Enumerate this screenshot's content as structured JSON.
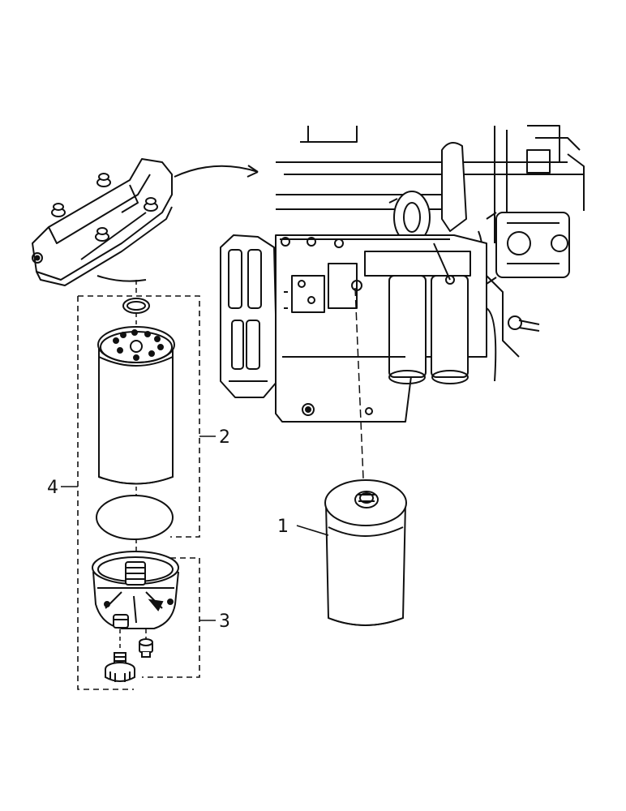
{
  "callouts": {
    "item1": "1",
    "item2": "2",
    "item3": "3",
    "item4": "4"
  },
  "colors": {
    "line": "#111111",
    "background": "#ffffff"
  }
}
